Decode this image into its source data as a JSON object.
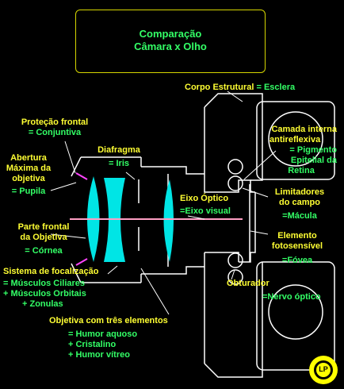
{
  "title": {
    "line1": "Comparação",
    "line2": "Câmara x Olho"
  },
  "labels": {
    "corpo": "Corpo Estrutural",
    "esclera": "= Esclera",
    "protecao": "Proteção frontal",
    "conjuntiva": "= Conjuntiva",
    "diafragma": "Diafragma",
    "iris": "= Iris",
    "camada1": "Camada interna",
    "camada2": "antireflexiva",
    "pigmento1": "= Pigmento",
    "pigmento2": "Epitelial da",
    "pigmento3": "Retina",
    "abertura1": "Abertura",
    "abertura2": "Máxima da",
    "abertura3": "objetiva",
    "pupila": "= Pupila",
    "eixo_optico": "Eixo Óptico",
    "eixo_visual": "=Eixo visual",
    "limitadores1": "Limitadores",
    "limitadores2": "do campo",
    "macula": "=Mácula",
    "parte1": "Parte frontal",
    "parte2": "da Objetiva",
    "cornea": "= Córnea",
    "elemento1": "Elemento",
    "elemento2": "fotosensível",
    "fovea": "=Fóvea",
    "sistema": "Sistema de focalização",
    "musculos_ciliares": "= Músculos Ciliares",
    "musculos_orbitais": "+ Músculos Orbitais",
    "zonulas": "+ Zonulas",
    "obturador": "Obturador",
    "nervo": "=Nervo óptico",
    "objetiva": "Objetiva com três elementos",
    "humor_aquoso": "= Humor aquoso",
    "cristalino": "+ Cristalino",
    "humor_vitreo": "+ Humor vítreo"
  },
  "logo": {
    "text": "LP"
  },
  "colors": {
    "background": "#000000",
    "label_yellow": "#ffff33",
    "label_green": "#33ff66",
    "outline": "#ffffff",
    "lens": "#00e5e5",
    "axis": "#ff9ec4",
    "cover": "#ff44ff"
  }
}
